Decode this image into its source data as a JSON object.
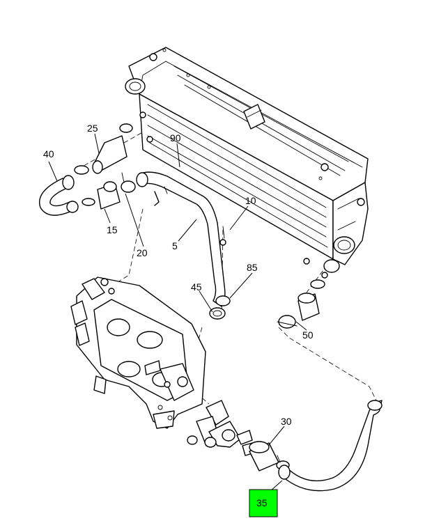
{
  "callouts": {
    "c25": "25",
    "c40": "40",
    "c90": "90",
    "c10": "10",
    "c15": "15",
    "c20": "20",
    "c5": "5",
    "c85": "85",
    "c45": "45",
    "c50": "50",
    "c30": "30",
    "c35": "35"
  },
  "highlight": {
    "part": "35",
    "color": "#00ff00"
  }
}
